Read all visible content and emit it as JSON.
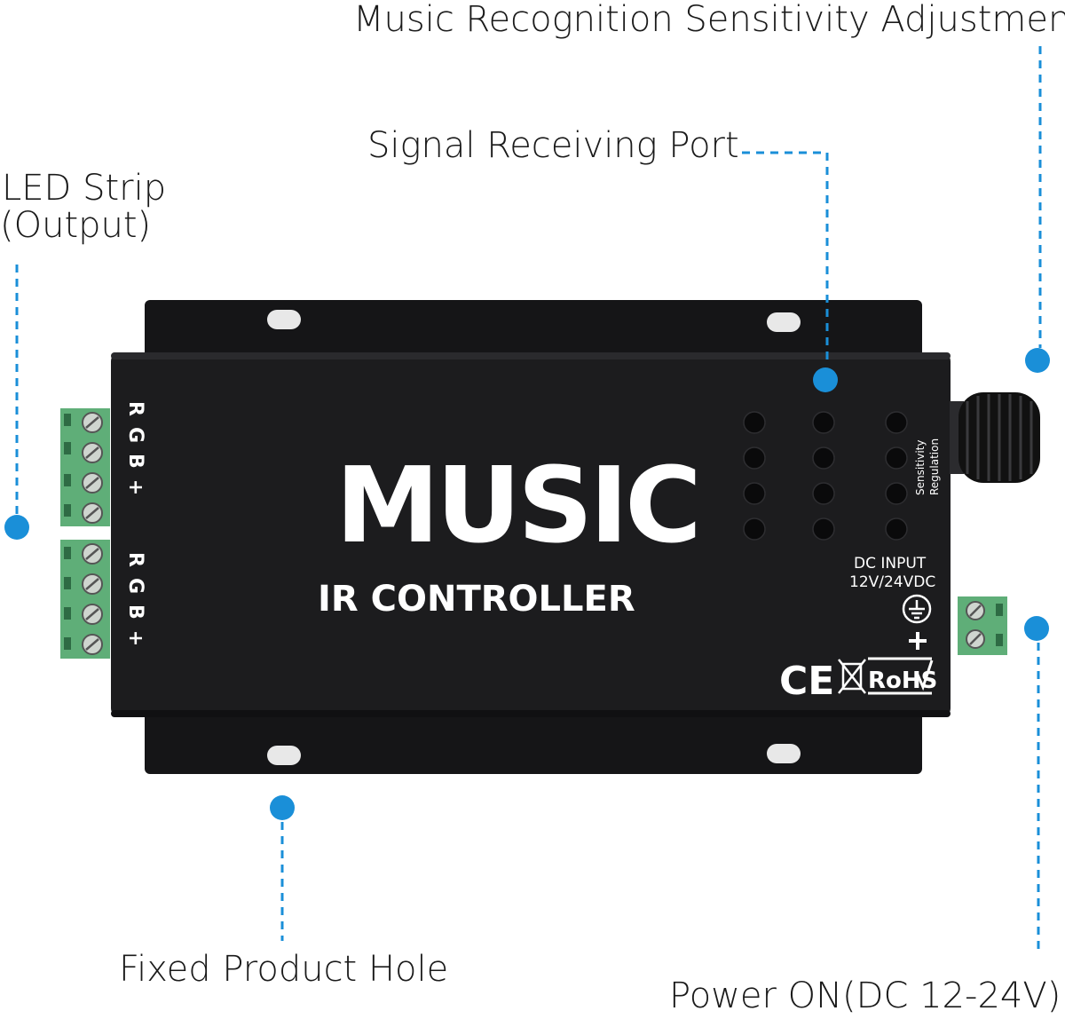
{
  "callouts": {
    "music_sensitivity": "Music Recognition Sensitivity Adjustment",
    "signal_port": "Signal Receiving Port",
    "led_strip_line1": "LED Strip",
    "led_strip_line2": "(Output)",
    "fixed_hole": "Fixed Product Hole",
    "power_on": "Power ON(DC 12-24V)"
  },
  "device": {
    "logo_text": "MUSIC",
    "model_text": "IR CONTROLLER",
    "terminal_top_label": "RGB+",
    "terminal_bottom_label": "RGB+",
    "knob_label_line1": "Sensitivity",
    "knob_label_line2": "Regulation",
    "dc_input_line1": "DC INPUT",
    "dc_input_line2": "12V/24VDC",
    "cert_ce": "CE",
    "cert_rohs": "RoHS"
  },
  "colors": {
    "accent": "#1a8fd8",
    "body": "#1c1c1e",
    "terminal": "#5fae78"
  }
}
